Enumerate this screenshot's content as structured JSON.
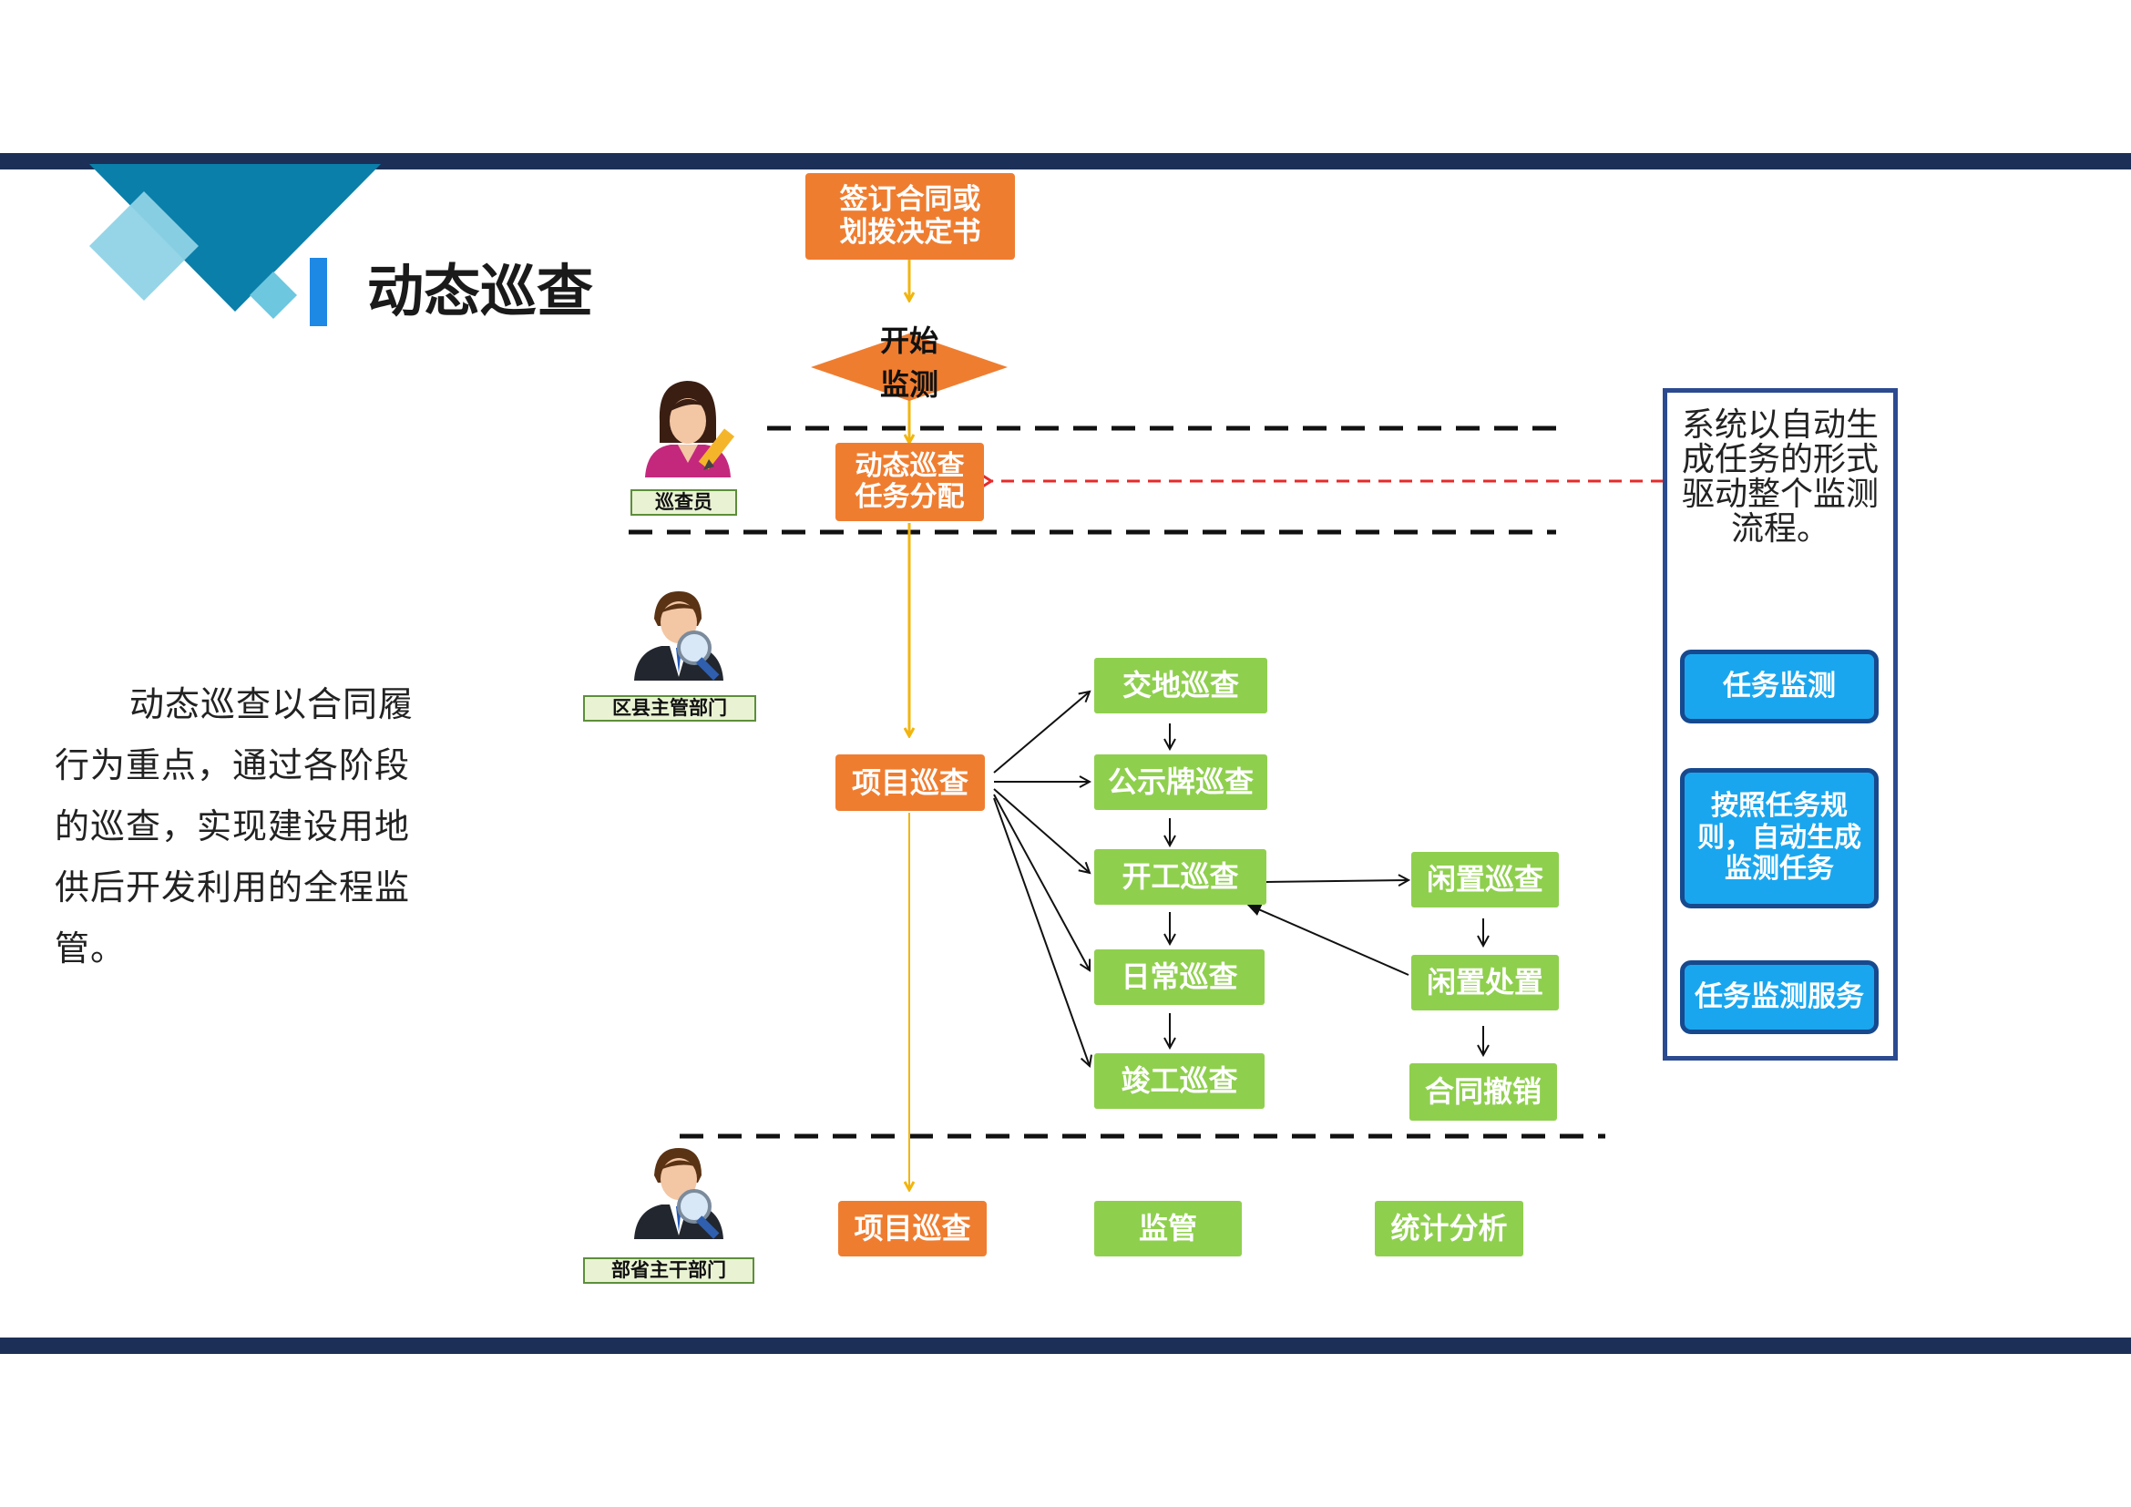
{
  "title": "动态巡查",
  "description": "动态巡查以合同履行为重点，通过各阶段的巡查，实现建设用地供后开发利用的全程监管。",
  "roles": {
    "inspector": "巡查员",
    "county_department": "区县主管部门",
    "province_department": "部省主干部门"
  },
  "flow": {
    "sign_contract": "签订合同或划拨决定书",
    "start_line1": "开始",
    "start_line2": "监测",
    "task_assign": "动态巡查任务分配",
    "project_inspection": "项目巡查",
    "handover": "交地巡查",
    "signboard": "公示牌巡查",
    "start_work": "开工巡查",
    "daily": "日常巡查",
    "completion": "竣工巡查",
    "idle_inspection": "闲置巡查",
    "idle_disposal": "闲置处置",
    "contract_revoke": "合同撤销",
    "bottom_project": "项目巡查",
    "supervision": "监管",
    "statistics": "统计分析"
  },
  "side_panel": {
    "note": "系统以自动生成任务的形式驱动整个监测流程。",
    "task_monitor": "任务监测",
    "auto_generate": "按照任务规则，自动生成监测任务",
    "monitor_service": "任务监测服务"
  },
  "colors": {
    "orange": "#ef7d30",
    "green": "#8fcf4e",
    "blue": "#1aa6ee",
    "navy": "#1c3057",
    "yellow_arrow": "#f2b50e",
    "red_dash": "#e62a2a"
  }
}
